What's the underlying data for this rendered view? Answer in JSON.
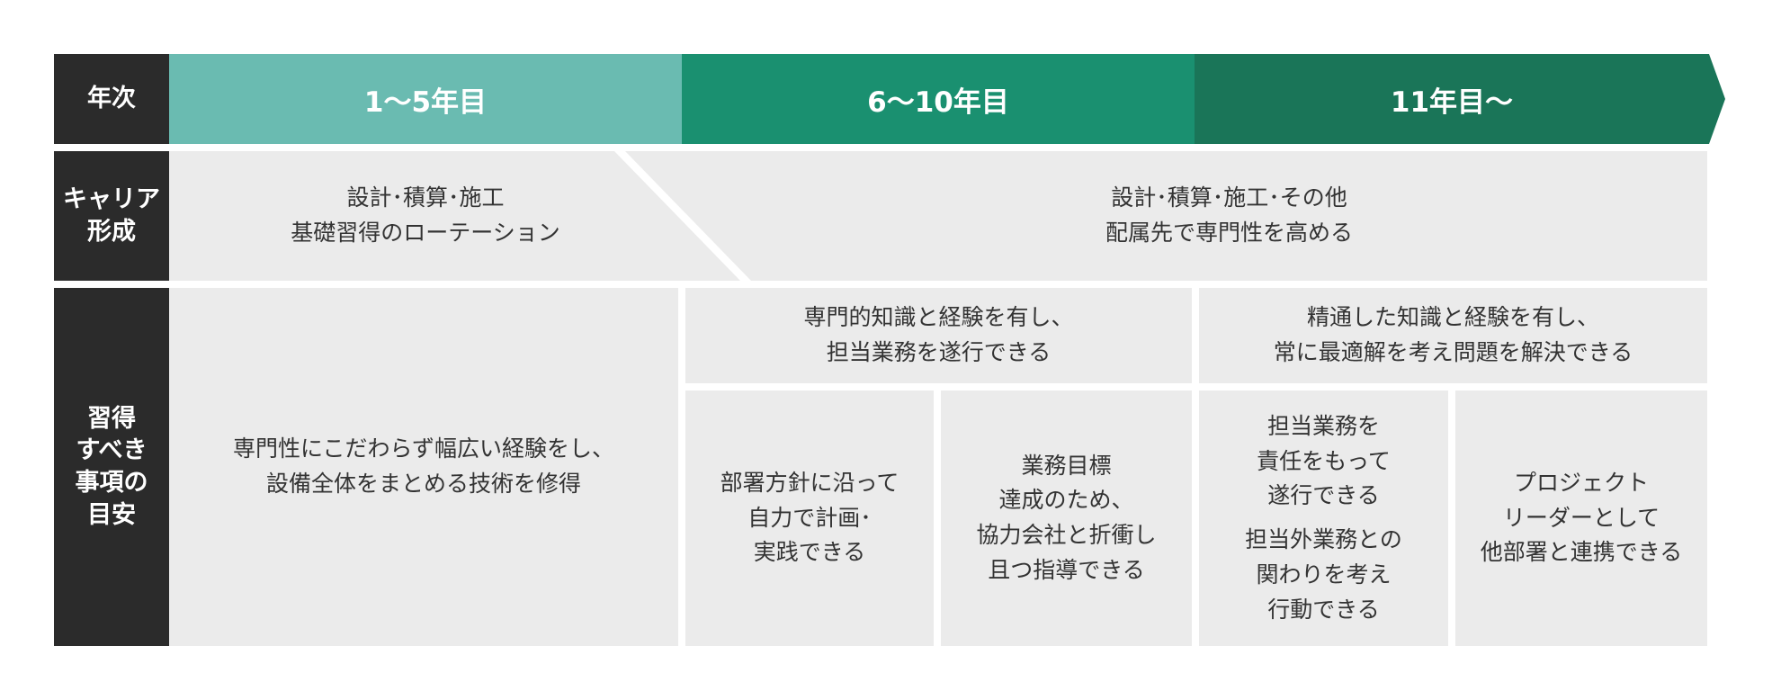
{
  "colors": {
    "label_bg": "#2b2b2b",
    "band_1": "#6abbb1",
    "band_2": "#1a9070",
    "band_3": "#1a7558",
    "cell_bg": "#ebebeb"
  },
  "header": {
    "label": "年次",
    "stages": [
      "1〜5年目",
      "6〜10年目",
      "11年目〜"
    ]
  },
  "career": {
    "label": [
      "キャリア",
      "形成"
    ],
    "early": [
      "設計･積算･施工",
      "基礎習得のローテーション"
    ],
    "later": [
      "設計･積算･施工･その他",
      "配属先で専門性を高める"
    ]
  },
  "skills": {
    "label": [
      "習得",
      "すべき",
      "事項の",
      "目安"
    ],
    "stage1": [
      "専門性にこだわらず幅広い経験をし、",
      "設備全体をまとめる技術を修得"
    ],
    "stage2_summary": [
      "専門的知識と経験を有し、",
      "担当業務を遂行できる"
    ],
    "stage2_a": [
      "部署方針に沿って",
      "自力で計画･",
      "実践できる"
    ],
    "stage2_b": [
      "業務目標",
      "達成のため、",
      "協力会社と折衝し",
      "且つ指導できる"
    ],
    "stage3_summary": [
      "精通した知識と経験を有し、",
      "常に最適解を考え問題を解決できる"
    ],
    "stage3_a1": [
      "担当業務を",
      "責任をもって",
      "遂行できる"
    ],
    "stage3_a2": [
      "担当外業務との",
      "関わりを考え",
      "行動できる"
    ],
    "stage3_b": [
      "プロジェクト",
      "リーダーとして",
      "他部署と連携できる"
    ]
  }
}
